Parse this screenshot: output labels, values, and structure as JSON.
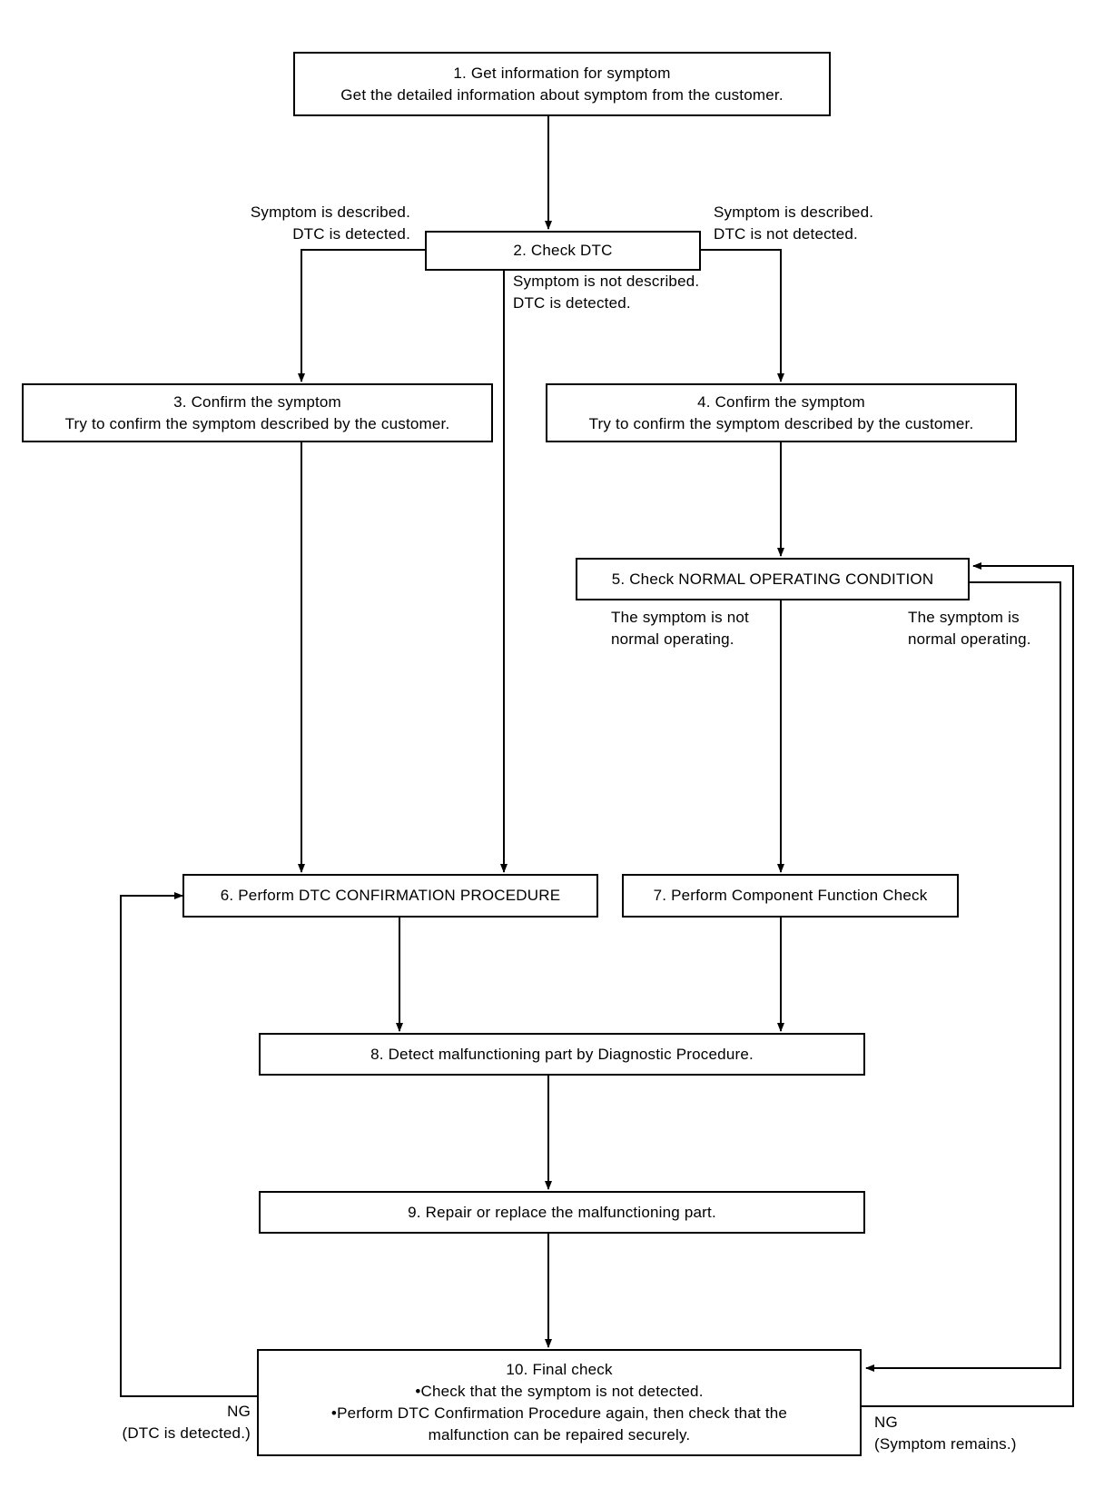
{
  "steps": {
    "s1": {
      "title": "1. Get information for symptom",
      "desc": "Get the detailed information about symptom from the customer."
    },
    "s2": {
      "title": "2. Check DTC"
    },
    "s3": {
      "title": "3. Confirm the symptom",
      "desc": "Try to confirm the symptom described by the customer."
    },
    "s4": {
      "title": "4. Confirm the symptom",
      "desc": "Try to confirm the symptom described by the customer."
    },
    "s5": {
      "title": "5. Check NORMAL OPERATING CONDITION"
    },
    "s6": {
      "title": "6. Perform DTC CONFIRMATION PROCEDURE"
    },
    "s7": {
      "title": "7. Perform Component Function Check"
    },
    "s8": {
      "title": "8. Detect malfunctioning part by Diagnostic Procedure."
    },
    "s9": {
      "title": "9. Repair or replace the malfunctioning part."
    },
    "s10": {
      "title": "10. Final check",
      "bullet1": "•Check that the symptom is not detected.",
      "bullet2": "•Perform DTC Confirmation Procedure again, then check that the",
      "bullet3": "malfunction can be repaired securely."
    }
  },
  "branches": {
    "s2_left": [
      "Symptom is described.",
      "DTC is detected."
    ],
    "s2_mid": [
      "Symptom is not described.",
      "DTC is detected."
    ],
    "s2_right": [
      "Symptom is described.",
      "DTC is not detected."
    ],
    "s5_left": [
      "The symptom is not",
      "normal operating."
    ],
    "s5_right": [
      "The symptom is",
      "normal operating."
    ],
    "s10_left": [
      "NG",
      "(DTC is detected.)"
    ],
    "s10_right": [
      "NG",
      "(Symptom remains.)"
    ]
  }
}
